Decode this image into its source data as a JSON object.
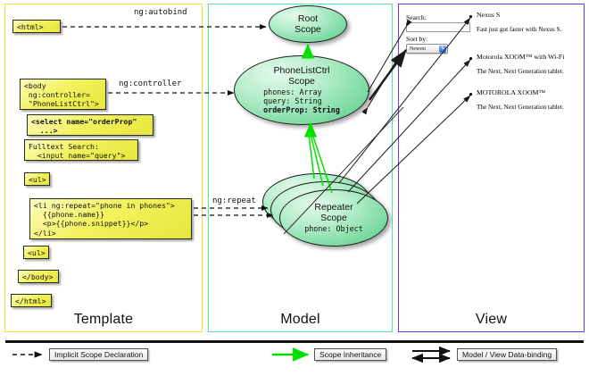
{
  "panels": {
    "template": {
      "label": "Template",
      "border_color": "#e8e82e",
      "boxes": [
        {
          "name": "html-open",
          "text": "<html>"
        },
        {
          "name": "body-open",
          "text": "<body\n ng:controller=\n \"PhoneListCtrl\">"
        },
        {
          "name": "select",
          "text": "<select name=\"orderProp\"\n  ...>"
        },
        {
          "name": "fulltext",
          "text": "Fulltext Search:\n  <input name=\"query\">"
        },
        {
          "name": "ul-open",
          "text": "<ul>"
        },
        {
          "name": "li-repeat",
          "text": "<li ng:repeat=\"phone in phones\">\n  {{phone.name}}\n  <p>{{phone.snippet}}</p>\n</li>"
        },
        {
          "name": "ul-close",
          "text": "<ul>"
        },
        {
          "name": "body-close",
          "text": "</body>"
        },
        {
          "name": "html-close",
          "text": "</html>"
        }
      ]
    },
    "model": {
      "label": "Model",
      "border_color": "#4ce8a6",
      "scopes": [
        {
          "name": "root-scope",
          "title": "Root\nScope",
          "props": []
        },
        {
          "name": "phonelistctrl-scope",
          "title": "PhoneListCtrl\nScope",
          "props": [
            {
              "text": "phones: Array",
              "bold": false
            },
            {
              "text": "query: String",
              "bold": false
            },
            {
              "text": "orderProp: String",
              "bold": true
            }
          ]
        },
        {
          "name": "repeater-scope",
          "title": "Repeater\nScope",
          "props": [
            {
              "text": "phone: Object",
              "bold": false
            }
          ]
        }
      ]
    },
    "view": {
      "label": "View",
      "border_color": "#6a3fe0",
      "search_label": "Search:",
      "search_value": "",
      "sort_label": "Sort by:",
      "sort_value": "Newest",
      "phones": [
        {
          "name": "Nexus S",
          "snippet": "Fast just got faster with Nexus S."
        },
        {
          "name": "Motorola XOOM™ with Wi-Fi",
          "snippet": "The Next, Next Generation tablet."
        },
        {
          "name": "MOTOROLA XOOM™",
          "snippet": "The Next, Next Generation tablet."
        }
      ]
    }
  },
  "arrow_labels": {
    "autobind": "ng:autobind",
    "controller": "ng:controller",
    "repeat": "ng:repeat"
  },
  "legend": [
    {
      "name": "implicit-scope-declaration",
      "label": "Implicit Scope Declaration",
      "style": "dashed",
      "color": "#111111"
    },
    {
      "name": "scope-inheritance",
      "label": "Scope Inheritance",
      "style": "solid-green",
      "color": "#00e000"
    },
    {
      "name": "model-view-data-binding",
      "label": "Model / View Data-binding",
      "style": "double",
      "color": "#111111"
    }
  ]
}
